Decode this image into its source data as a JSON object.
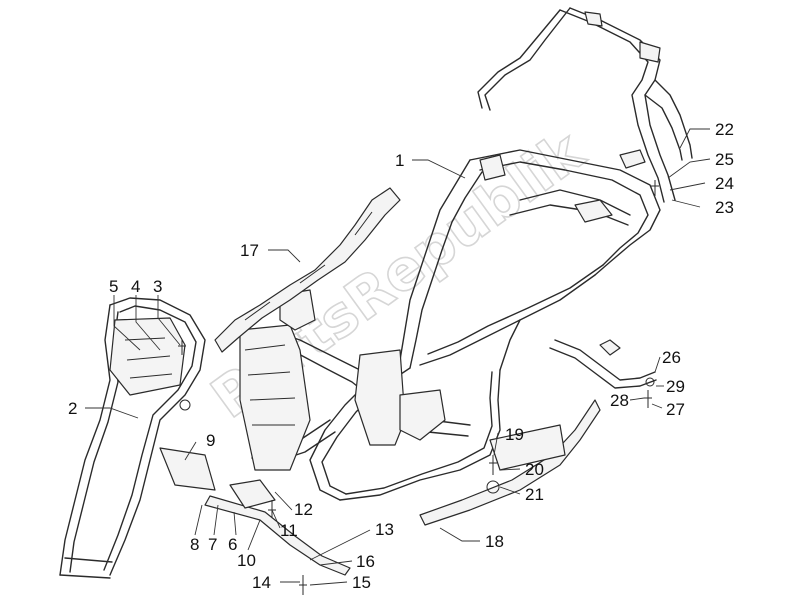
{
  "diagram": {
    "watermark": "PartsRepublik",
    "callouts": [
      {
        "id": "c1",
        "label": "1"
      },
      {
        "id": "c2",
        "label": "2"
      },
      {
        "id": "c3",
        "label": "3"
      },
      {
        "id": "c4",
        "label": "4"
      },
      {
        "id": "c5",
        "label": "5"
      },
      {
        "id": "c6",
        "label": "6"
      },
      {
        "id": "c7",
        "label": "7"
      },
      {
        "id": "c8",
        "label": "8"
      },
      {
        "id": "c9",
        "label": "9"
      },
      {
        "id": "c10",
        "label": "10"
      },
      {
        "id": "c11",
        "label": "11"
      },
      {
        "id": "c12",
        "label": "12"
      },
      {
        "id": "c13",
        "label": "13"
      },
      {
        "id": "c14",
        "label": "14"
      },
      {
        "id": "c15",
        "label": "15"
      },
      {
        "id": "c16",
        "label": "16"
      },
      {
        "id": "c17",
        "label": "17"
      },
      {
        "id": "c18",
        "label": "18"
      },
      {
        "id": "c19",
        "label": "19"
      },
      {
        "id": "c20",
        "label": "20"
      },
      {
        "id": "c21",
        "label": "21"
      },
      {
        "id": "c22",
        "label": "22"
      },
      {
        "id": "c23",
        "label": "23"
      },
      {
        "id": "c24",
        "label": "24"
      },
      {
        "id": "c25",
        "label": "25"
      },
      {
        "id": "c26",
        "label": "26"
      },
      {
        "id": "c27",
        "label": "27"
      },
      {
        "id": "c28",
        "label": "28"
      },
      {
        "id": "c29",
        "label": "29"
      }
    ]
  }
}
